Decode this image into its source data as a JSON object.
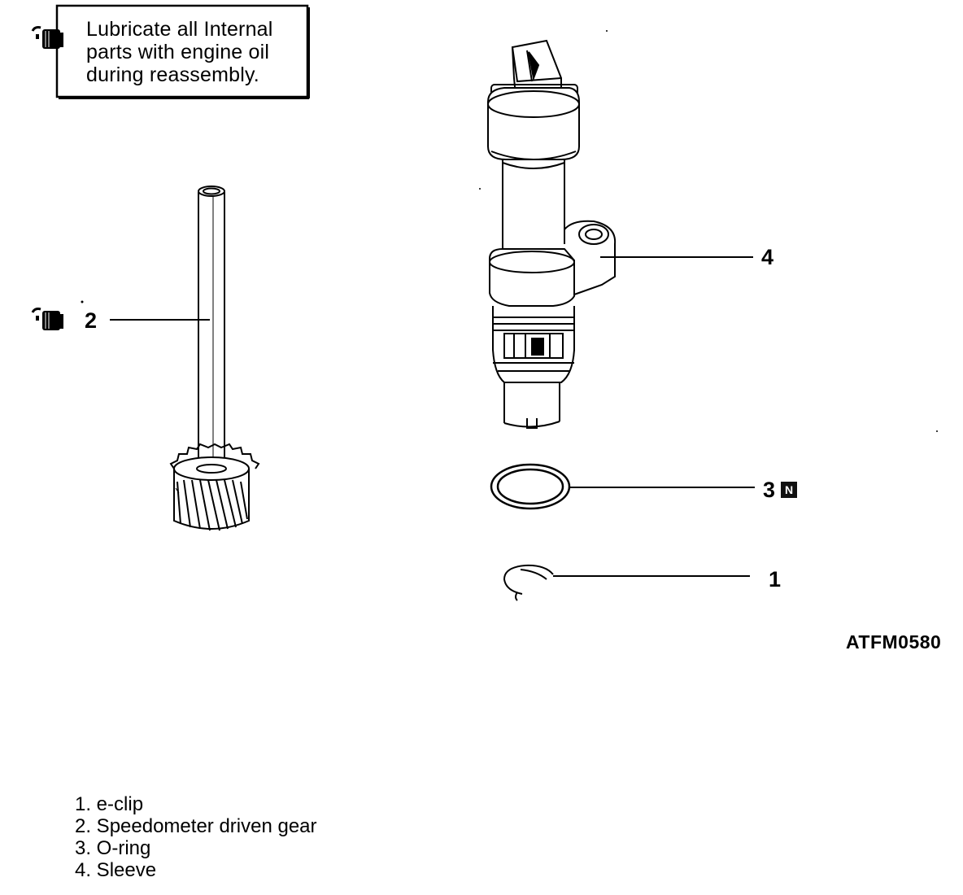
{
  "note": {
    "lines": [
      "Lubricate all Internal",
      "parts with engine oil",
      "during reassembly."
    ],
    "icon": "oil-can-icon"
  },
  "callouts": {
    "c1": "1",
    "c2": "2",
    "c3": "3",
    "c3_badge": "N",
    "c4": "4"
  },
  "figure_id": "ATFM0580",
  "legend": [
    "1. e-clip",
    "2. Speedometer driven gear",
    "3. O-ring",
    "4. Sleeve"
  ]
}
